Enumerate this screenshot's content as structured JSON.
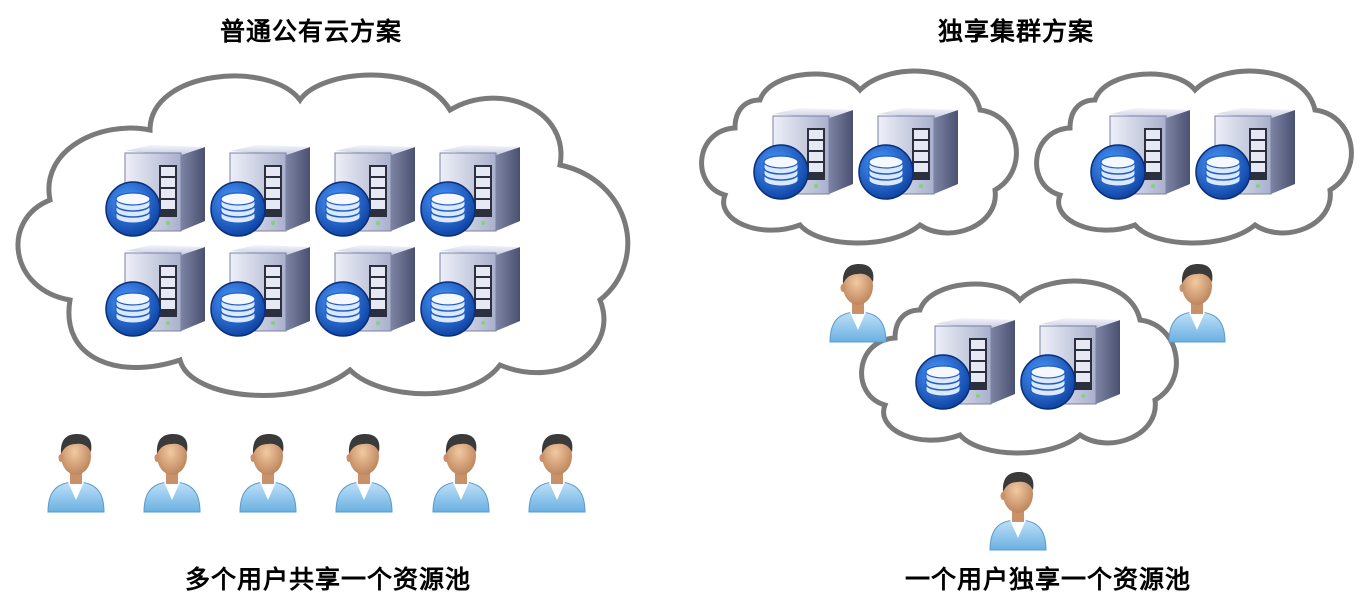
{
  "left": {
    "title": "普通公有云方案",
    "caption": "多个用户共享一个资源池"
  },
  "right": {
    "title": "独享集群方案",
    "caption": "一个用户独享一个资源池"
  },
  "icons": {
    "server": "server-database-icon",
    "user": "user-icon",
    "cloud": "cloud-outline"
  },
  "colors": {
    "cloud_stroke": "#6e6e6e",
    "server_front": "#d3d8e8",
    "database_blue": "#1f5fc8",
    "user_shirt": "#8ec5ea"
  }
}
